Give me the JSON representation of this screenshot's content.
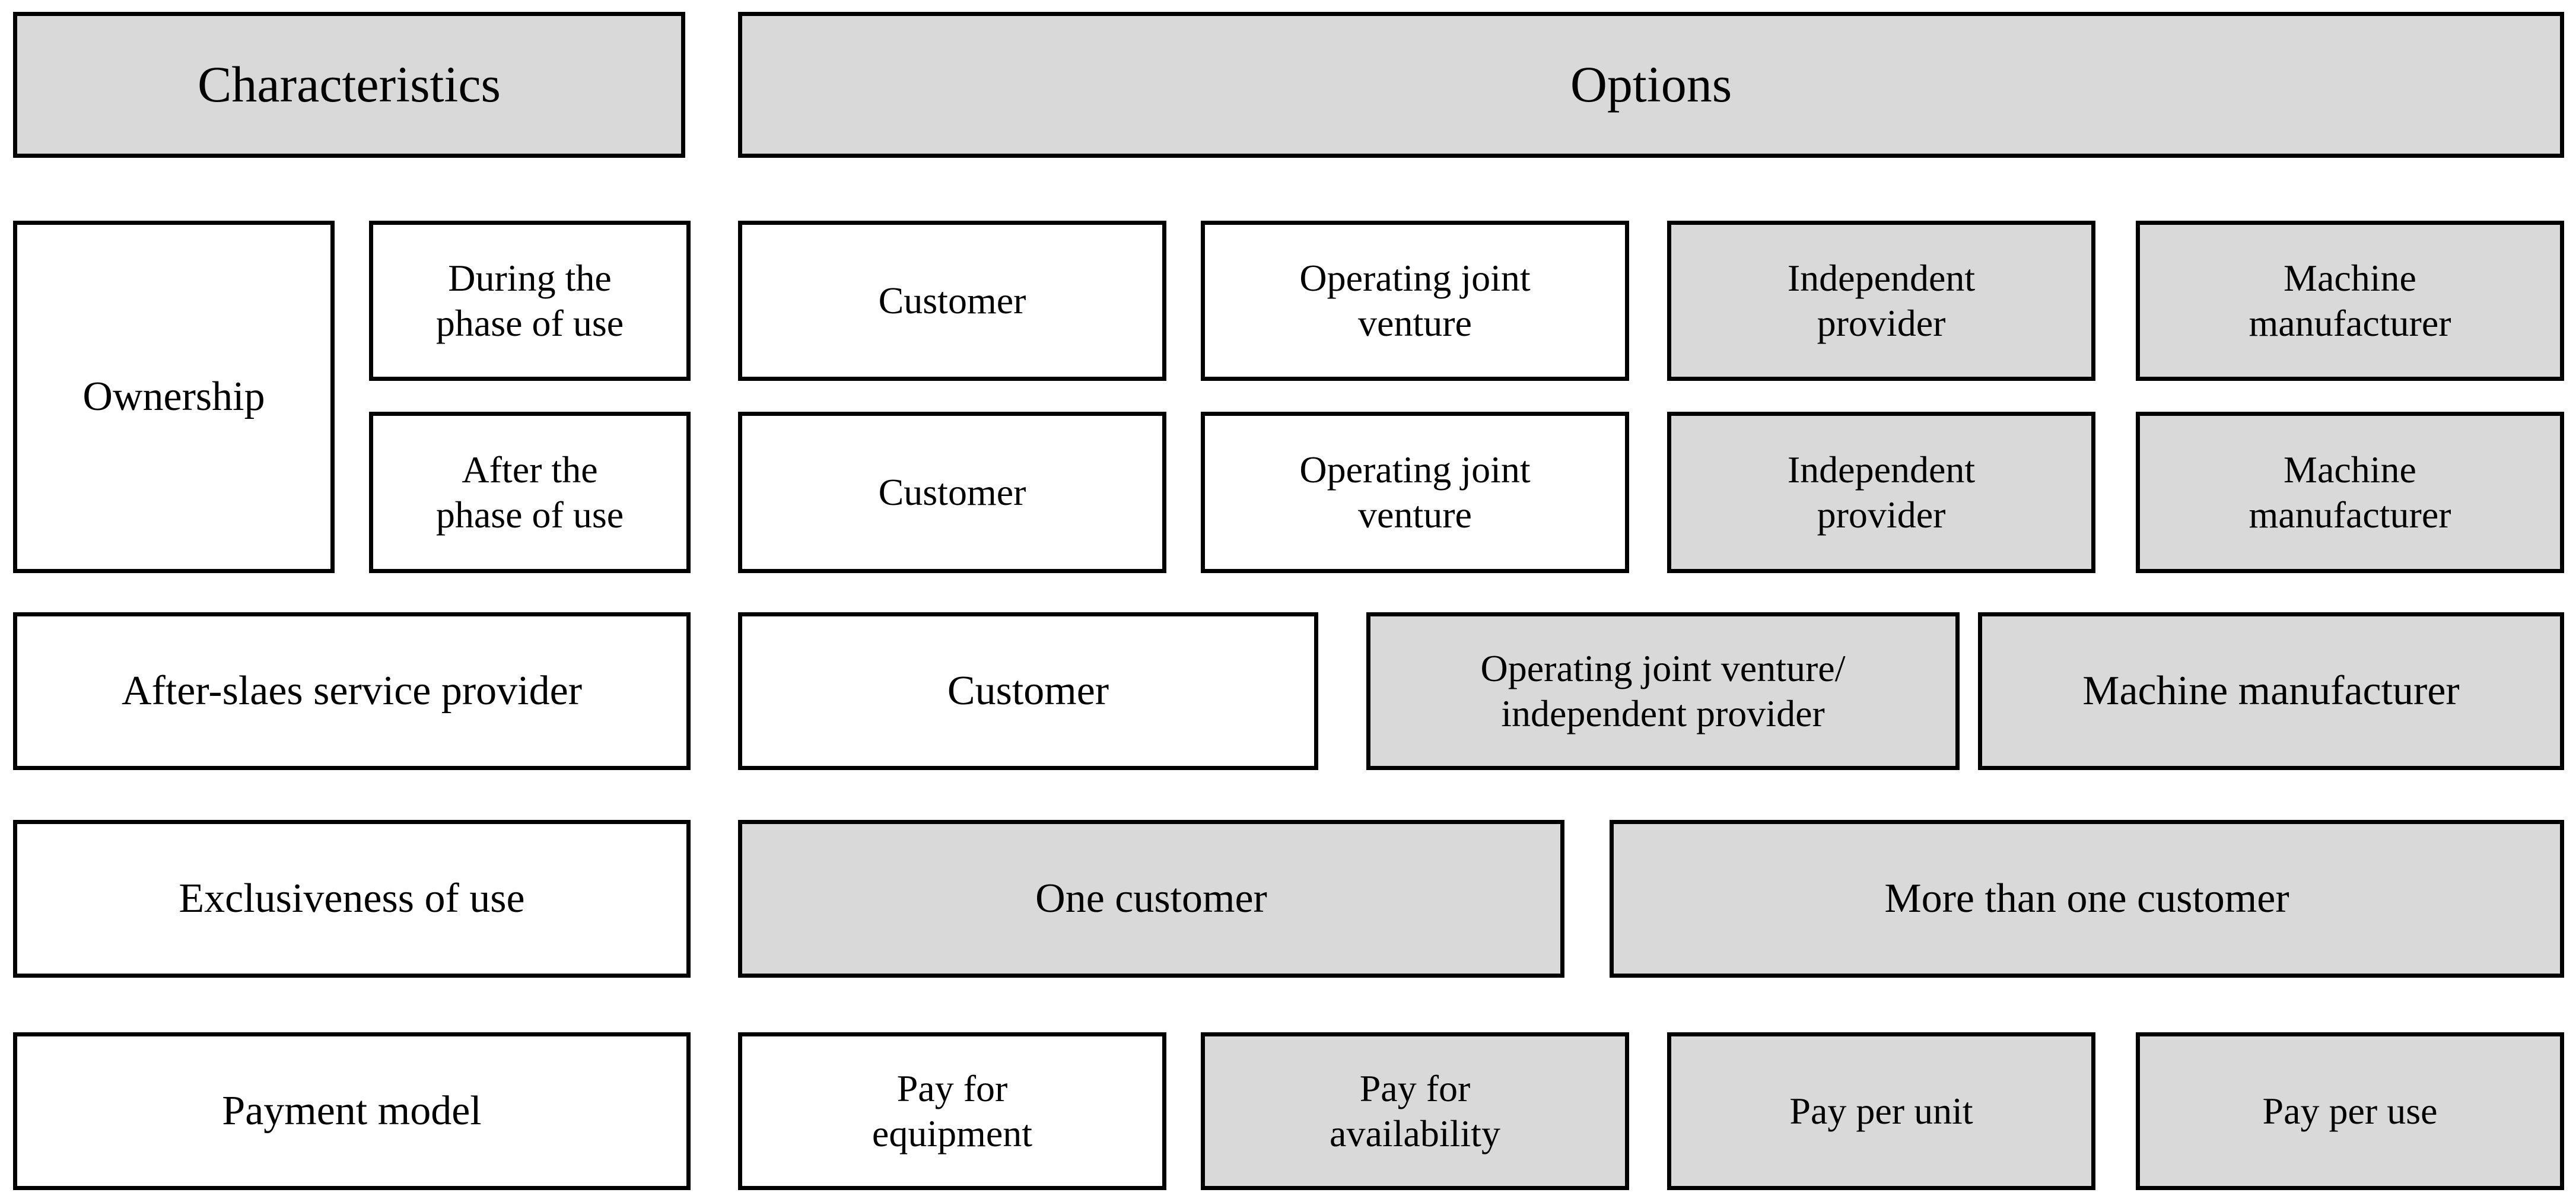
{
  "diagram": {
    "title_row": {
      "characteristics_header": "Characteristics",
      "options_header": "Options"
    },
    "rows": [
      {
        "id": "ownership",
        "characteristic": "Ownership",
        "sub_characteristics": [
          "During the\nphase of use",
          "After the\nphase of use"
        ],
        "option_groups": [
          {
            "sub_label": "During the phase of use",
            "options": [
              {
                "label": "Customer",
                "shaded": false
              },
              {
                "label": "Operating joint\nventure",
                "shaded": false
              },
              {
                "label": "Independent\nprovider",
                "shaded": true
              },
              {
                "label": "Machine\nmanufacturer",
                "shaded": true
              }
            ]
          },
          {
            "sub_label": "After the phase of use",
            "options": [
              {
                "label": "Customer",
                "shaded": false
              },
              {
                "label": "Operating joint\nventure",
                "shaded": false
              },
              {
                "label": "Independent\nprovider",
                "shaded": true
              },
              {
                "label": "Machine\nmanufacturer",
                "shaded": true
              }
            ]
          }
        ]
      },
      {
        "id": "after-sales-service-provider",
        "characteristic": "After-slaes service provider",
        "sub_characteristics": [],
        "option_groups": [
          {
            "sub_label": "",
            "options": [
              {
                "label": "Customer",
                "shaded": false
              },
              {
                "label": "Operating joint venture/\nindependent provider",
                "shaded": true
              },
              {
                "label": "Machine manufacturer",
                "shaded": true
              }
            ]
          }
        ]
      },
      {
        "id": "exclusiveness-of-use",
        "characteristic": "Exclusiveness of use",
        "sub_characteristics": [],
        "option_groups": [
          {
            "sub_label": "",
            "options": [
              {
                "label": "One customer",
                "shaded": true
              },
              {
                "label": "More than one customer",
                "shaded": true
              }
            ]
          }
        ]
      },
      {
        "id": "payment-model",
        "characteristic": "Payment model",
        "sub_characteristics": [],
        "option_groups": [
          {
            "sub_label": "",
            "options": [
              {
                "label": "Pay for\nequipment",
                "shaded": false
              },
              {
                "label": "Pay for\navailability",
                "shaded": true
              },
              {
                "label": "Pay per unit",
                "shaded": true
              },
              {
                "label": "Pay per use",
                "shaded": true
              }
            ]
          }
        ]
      }
    ],
    "colors": {
      "shaded_fill": "#d9d9d9",
      "plain_fill": "#ffffff",
      "border": "#000000",
      "text": "#000000"
    }
  }
}
